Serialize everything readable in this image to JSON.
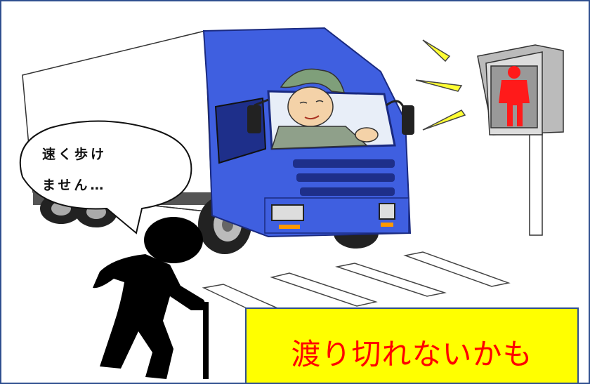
{
  "speech_bubble": {
    "line1": "速く歩け",
    "line2": "ません…"
  },
  "caption": {
    "text": "渡り切れないかも"
  },
  "colors": {
    "truck_cab": "#3f5fe0",
    "signal_red": "#ff1a1a",
    "caption_bg": "#ffff00",
    "caption_text": "#ff0000",
    "flash": "#ffff33",
    "frame_border": "#2f4f8f"
  },
  "icons": {
    "truck": "truck-illustration",
    "driver": "driver-illustration",
    "signal": "pedestrian-signal-red",
    "pedestrian": "elderly-pedestrian-silhouette"
  }
}
